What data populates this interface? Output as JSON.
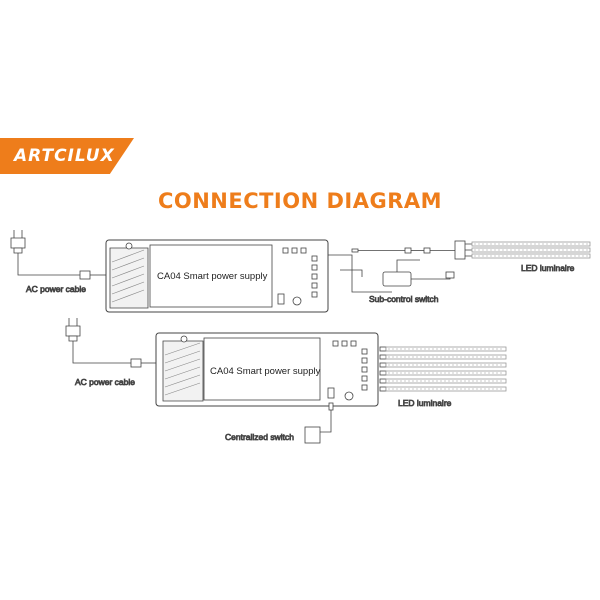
{
  "brand": {
    "name": "ARTCILUX",
    "accent": "#ee7d1b"
  },
  "title": "CONNECTION DIAGRAM",
  "diagram1": {
    "psu_label": "CA04 Smart power supply",
    "ac_label": "AC power cable",
    "switch_label": "Sub-control switch",
    "led_label": "LED luminaire",
    "led_strip_count": 3
  },
  "diagram2": {
    "psu_label": "CA04 Smart power supply",
    "ac_label": "AC power cable",
    "switch_label": "Centralized switch",
    "led_label": "LED luminaire",
    "led_strip_count": 6
  }
}
